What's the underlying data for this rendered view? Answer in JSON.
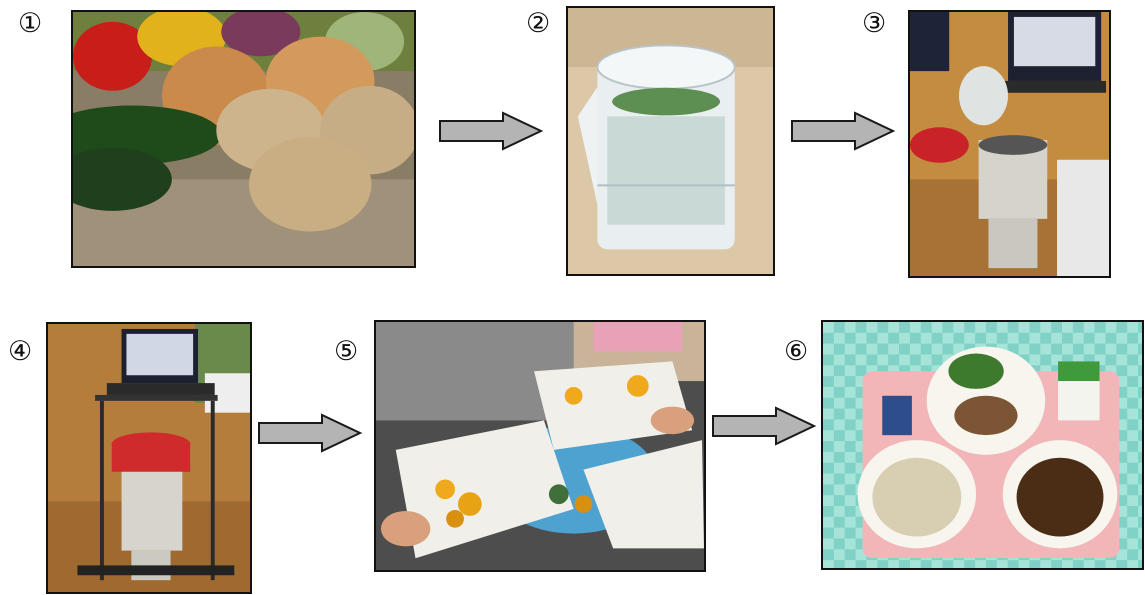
{
  "steps": [
    {
      "number": "①",
      "icon": "vegetables-photo"
    },
    {
      "number": "②",
      "icon": "bagged-bucket-photo"
    },
    {
      "number": "③",
      "icon": "analyzer-loading-photo"
    },
    {
      "number": "④",
      "icon": "analyzer-with-laptop-photo"
    },
    {
      "number": "⑤",
      "icon": "chopping-pumpkin-photo"
    },
    {
      "number": "⑥",
      "icon": "school-lunch-tray-photo"
    }
  ],
  "colors": {
    "arrow_fill": "#b4b4b4",
    "arrow_stroke": "#1a1a1a",
    "frame": "#111111"
  }
}
